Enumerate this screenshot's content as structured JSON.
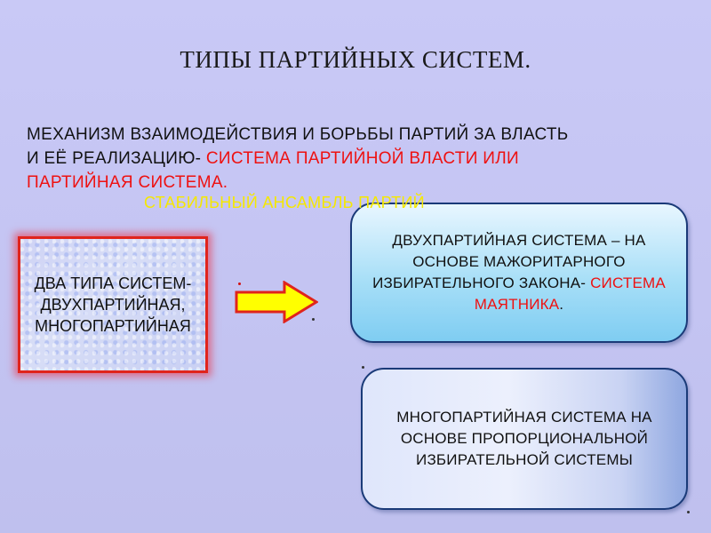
{
  "slide": {
    "title": "ТИПЫ  ПАРТИЙНЫХ СИСТЕМ.",
    "intro_line1": "МЕХАНИЗМ ВЗАИМОДЕЙСТВИЯ И БОРЬБЫ  ПАРТИЙ  ЗА ВЛАСТЬ",
    "intro_line2_black": "И ЕЁ РЕАЛИЗАЦИЮ- ",
    "intro_line2_red": "СИСТЕМА  ПАРТИЙНОЙ ВЛАСТИ ИЛИ",
    "intro_line3_red": "ПАРТИЙНАЯ СИСТЕМА.",
    "ghost_text": "СТАБИЛЬНЫЙ  АНСАМБЛЬ ПАРТИЙ",
    "left_box": "ДВА ТИПА СИСТЕМ- ДВУХПАРТИЙНАЯ, МНОГОПАРТИЙНАЯ",
    "box1_black": "ДВУХПАРТИЙНАЯ СИСТЕМА – НА ОСНОВЕ  МАЖОРИТАРНОГО ИЗБИРАТЕЛЬНОГО ЗАКОНА-",
    "box1_red": "СИСТЕМА МАЯТНИКА",
    "box1_end": ".",
    "box2": "МНОГОПАРТИЙНАЯ СИСТЕМА НА ОСНОВЕ ПРОПОРЦИОНАЛЬНОЙ ИЗБИРАТЕЛЬНОЙ  СИСТЕМЫ"
  },
  "colors": {
    "background": "#c6c6f4",
    "accent_red": "#ee1111",
    "arrow_fill": "#ffff00",
    "arrow_stroke": "#e0241c",
    "ghost_yellow": "#f5e800"
  }
}
